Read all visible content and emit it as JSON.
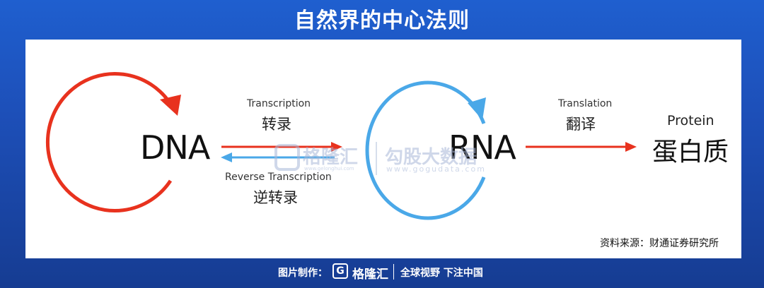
{
  "title": "自然界的中心法则",
  "diagram": {
    "nodes": {
      "dna": "DNA",
      "rna": "RNA",
      "protein_en": "Protein",
      "protein_zh": "蛋白质"
    },
    "edges": {
      "transcription_en": "Transcription",
      "transcription_zh": "转录",
      "reverse_en": "Reverse Transcription",
      "reverse_zh": "逆转录",
      "translation_en": "Translation",
      "translation_zh": "翻译"
    },
    "colors": {
      "dna_arrow": "#e8321e",
      "rna_arrow": "#4aa8e8"
    }
  },
  "source": "资料来源：财通证券研究所",
  "watermark": {
    "brand_cn": "格隆汇",
    "brand_url": "www.gelonghui.com",
    "second_cn": "勾股大数据",
    "second_url": "www.gogudata.com"
  },
  "footer": {
    "credit": "图片制作：",
    "logo_letter": "G",
    "brand": "格隆汇",
    "slogan": "全球视野 下注中国"
  }
}
